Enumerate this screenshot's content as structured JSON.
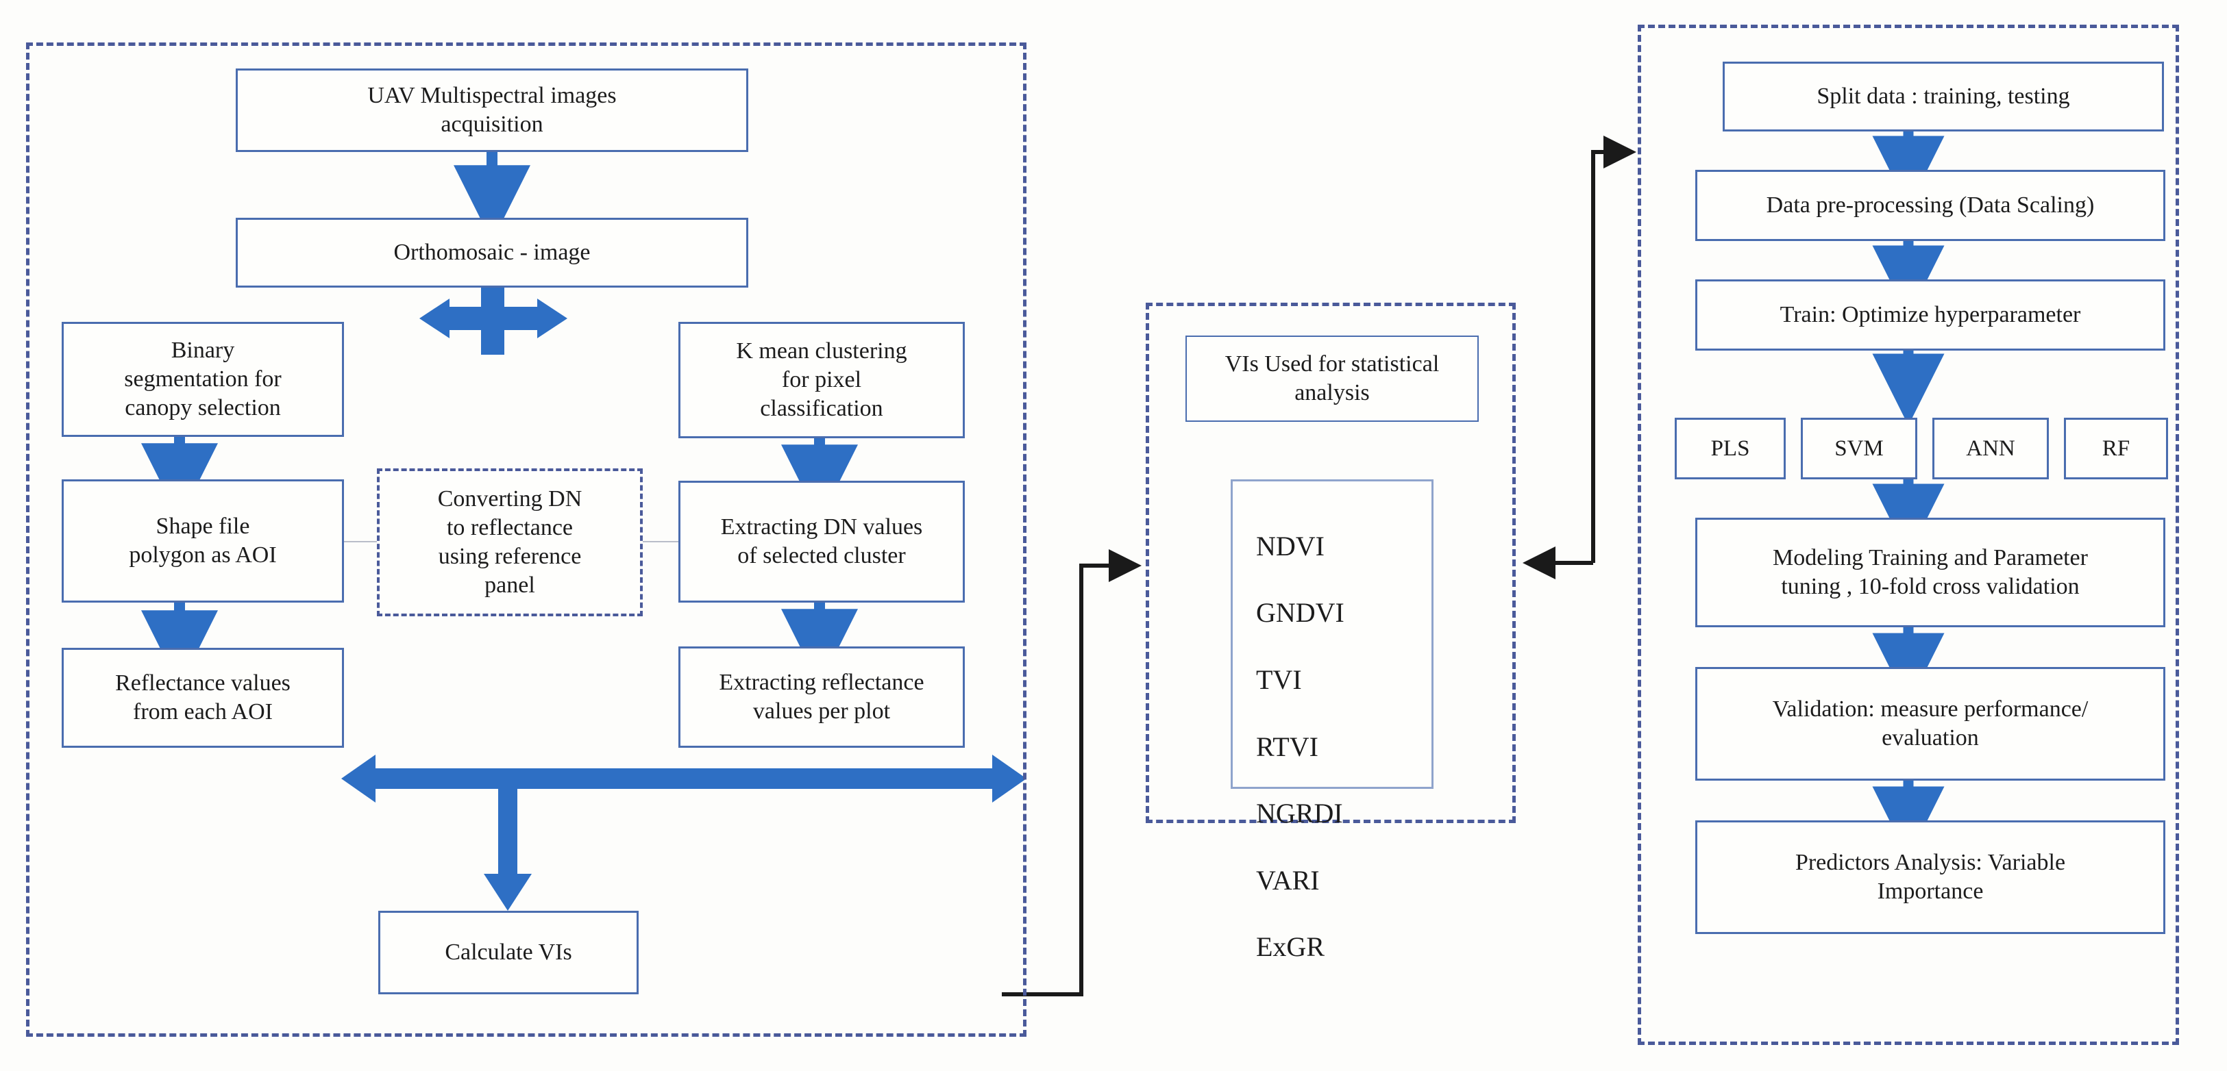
{
  "colors": {
    "box_border": "#4a6daf",
    "panel_dashed_border": "#4a5a9a",
    "blue_arrow": "#2e6fc4",
    "black_connector": "#1a1a1a",
    "text": "#1c1c1c",
    "background": "#fdfdfb",
    "list_box_border": "#8fa4cc"
  },
  "diagram": {
    "type": "flowchart",
    "title": "UAV multispectral image processing and machine-learning modeling workflow"
  },
  "panels": {
    "left": {
      "name": "image-processing-panel",
      "boxes": {
        "uav_acquisition": "UAV Multispectral images\nacquisition",
        "orthomosaic": "Orthomosaic - image",
        "binary_segmentation": "Binary\nsegmentation for\ncanopy selection",
        "shape_file": "Shape file\npolygon as AOI",
        "reflectance_aoi": "Reflectance values\nfrom each AOI",
        "converting_dn": "Converting DN\nto reflectance\nusing reference\npanel",
        "kmean": "K mean clustering\nfor pixel\nclassification",
        "extract_dn": "Extracting DN values\nof selected cluster",
        "extract_reflectance": "Extracting reflectance\nvalues per plot",
        "calculate_vis": "Calculate VIs"
      }
    },
    "middle": {
      "name": "vegetation-indices-panel",
      "header": "VIs Used for statistical\nanalysis",
      "indices": [
        "NDVI",
        "GNDVI",
        "TVI",
        "RTVI",
        "NGRDI",
        "VARI",
        "ExGR"
      ]
    },
    "right": {
      "name": "machine-learning-panel",
      "boxes": {
        "split_data": "Split data : training, testing",
        "preprocessing": "Data pre-processing (Data Scaling)",
        "train_optimize": "Train: Optimize hyperparameter",
        "modeling_training": "Modeling Training and Parameter\ntuning , 10-fold cross validation",
        "validation": "Validation: measure performance/\nevaluation",
        "predictors_analysis": "Predictors Analysis: Variable\nImportance"
      },
      "models": [
        "PLS",
        "SVM",
        "ANN",
        "RF"
      ]
    }
  }
}
